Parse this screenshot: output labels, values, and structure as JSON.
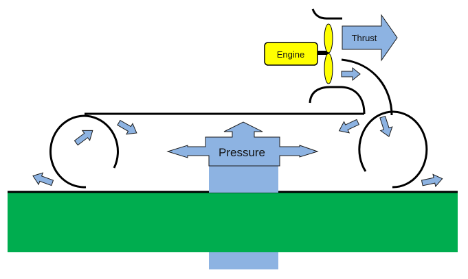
{
  "title": "Hovercraft air cushion principle",
  "colors": {
    "ground": "#00ad4f",
    "air_arrow": "#8db3e2",
    "pressure_column": "#8db3e2",
    "engine": "#ffff00",
    "propeller": "#ffff00",
    "outline": "#000000"
  },
  "labels": {
    "engine": "Engine",
    "thrust": "Thrust",
    "pressure": "Pressure"
  },
  "components": [
    {
      "id": "ground",
      "label": "Ground surface"
    },
    {
      "id": "hull",
      "label": "Hull deck"
    },
    {
      "id": "skirt-left",
      "label": "Left skirt (air circulation)"
    },
    {
      "id": "skirt-right",
      "label": "Right skirt (air circulation)"
    },
    {
      "id": "engine",
      "label": "Engine"
    },
    {
      "id": "propeller",
      "label": "Propeller"
    },
    {
      "id": "duct",
      "label": "Air duct"
    },
    {
      "id": "pressure",
      "label": "Pressure"
    },
    {
      "id": "thrust",
      "label": "Thrust"
    }
  ],
  "flows": [
    {
      "from": "propeller",
      "to": "thrust",
      "label": "Thrust"
    },
    {
      "from": "propeller",
      "to": "duct"
    },
    {
      "from": "duct",
      "to": "skirt-right"
    },
    {
      "from": "skirt-right",
      "to": "cushion"
    },
    {
      "from": "skirt-right",
      "to": "outside-right"
    },
    {
      "from": "skirt-left",
      "to": "cushion"
    },
    {
      "from": "skirt-left",
      "to": "outside-left"
    },
    {
      "from": "cushion",
      "to": "pressure",
      "label": "Pressure"
    }
  ]
}
